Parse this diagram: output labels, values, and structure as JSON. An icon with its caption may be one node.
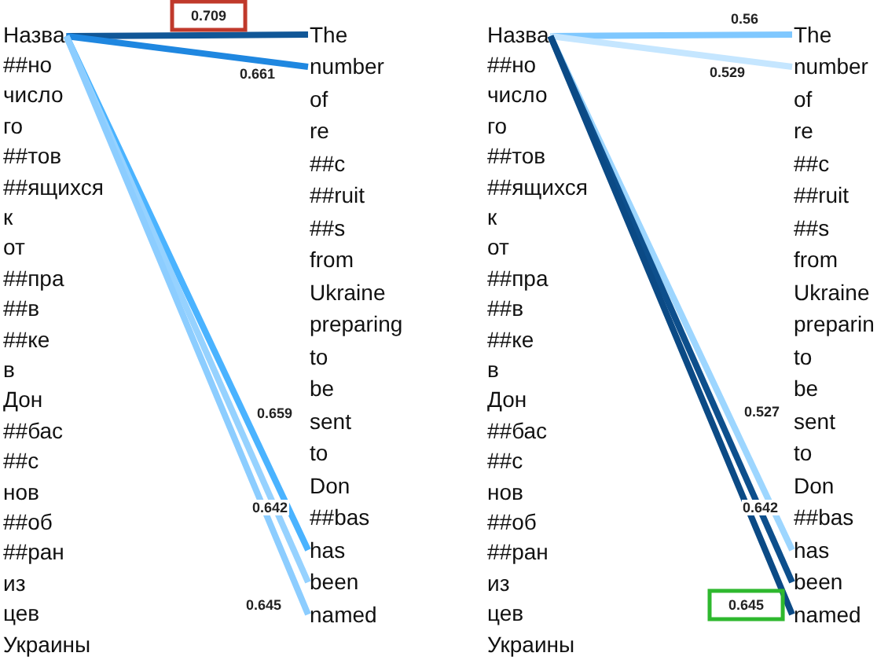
{
  "diagram": {
    "nodes": [
      {
        "text": [
          "Назва"
        ]
      },
      {
        "text": [
          "##но"
        ]
      },
      {
        "text": [
          "число"
        ]
      },
      {
        "text": [
          "го"
        ]
      },
      {
        "text": [
          "##тов"
        ]
      },
      {
        "text": [
          "##ящихся"
        ]
      },
      {
        "text": [
          "к"
        ]
      },
      {
        "text": [
          "от"
        ]
      },
      {
        "text": [
          "##пра"
        ]
      },
      {
        "text": [
          "##в"
        ]
      },
      {
        "text": [
          "##ке"
        ]
      },
      {
        "text": [
          "в"
        ]
      },
      {
        "text": [
          "Дон"
        ]
      },
      {
        "text": [
          "##бас"
        ]
      },
      {
        "text": [
          "##с"
        ]
      },
      {
        "text": [
          "нов"
        ]
      },
      {
        "text": [
          "##об"
        ]
      },
      {
        "text": [
          "##ран"
        ]
      },
      {
        "text": [
          "из"
        ]
      },
      {
        "text": [
          "цев"
        ]
      },
      {
        "text": [
          "Украины"
        ]
      },
      {
        "text": [
          "The"
        ]
      },
      {
        "text": [
          "number"
        ]
      },
      {
        "text": [
          "of"
        ]
      },
      {
        "text": [
          "re"
        ]
      },
      {
        "text": [
          "##c"
        ]
      },
      {
        "text": [
          "##ruit"
        ]
      },
      {
        "text": [
          "##s"
        ]
      },
      {
        "text": [
          "from"
        ]
      },
      {
        "text": [
          "Ukraine"
        ]
      },
      {
        "text": [
          "preparing"
        ]
      },
      {
        "text": [
          "to"
        ]
      },
      {
        "text": [
          "be"
        ]
      },
      {
        "text": [
          "sent"
        ]
      },
      {
        "text": [
          "to"
        ]
      },
      {
        "text": [
          "Don"
        ]
      },
      {
        "text": [
          "##bas"
        ]
      },
      {
        "text": [
          "has"
        ]
      },
      {
        "text": [
          "been"
        ]
      },
      {
        "text": [
          "named"
        ]
      },
      {
        "text": [
          "Назва"
        ]
      },
      {
        "text": [
          "##но"
        ]
      },
      {
        "text": [
          "число"
        ]
      },
      {
        "text": [
          "го"
        ]
      },
      {
        "text": [
          "##тов"
        ]
      },
      {
        "text": [
          "##ящихся"
        ]
      },
      {
        "text": [
          "к"
        ]
      },
      {
        "text": [
          "от"
        ]
      },
      {
        "text": [
          "##пра"
        ]
      },
      {
        "text": [
          "##в"
        ]
      },
      {
        "text": [
          "##ке"
        ]
      },
      {
        "text": [
          "в"
        ]
      },
      {
        "text": [
          "Дон"
        ]
      },
      {
        "text": [
          "##бас"
        ]
      },
      {
        "text": [
          "##с"
        ]
      },
      {
        "text": [
          "нов"
        ]
      },
      {
        "text": [
          "##об"
        ]
      },
      {
        "text": [
          "##ран"
        ]
      },
      {
        "text": [
          "из"
        ]
      },
      {
        "text": [
          "цев"
        ]
      },
      {
        "text": [
          "Украины"
        ]
      },
      {
        "text": [
          "The"
        ]
      },
      {
        "text": [
          "number"
        ]
      },
      {
        "text": [
          "of"
        ]
      },
      {
        "text": [
          "re"
        ]
      },
      {
        "text": [
          "##c"
        ]
      },
      {
        "text": [
          "##ruit"
        ]
      },
      {
        "text": [
          "##s"
        ]
      },
      {
        "text": [
          "from"
        ]
      },
      {
        "text": [
          "Ukraine"
        ]
      },
      {
        "text": [
          "preparin"
        ]
      },
      {
        "text": [
          "to"
        ]
      },
      {
        "text": [
          "be"
        ]
      },
      {
        "text": [
          "sent"
        ]
      },
      {
        "text": [
          "to"
        ]
      },
      {
        "text": [
          "Don"
        ]
      },
      {
        "text": [
          "##bas"
        ]
      },
      {
        "text": [
          "has"
        ]
      },
      {
        "text": [
          "been"
        ]
      },
      {
        "text": [
          "named"
        ]
      }
    ],
    "edges": [
      {
        "from": 0,
        "to": 21,
        "arrow": "none",
        "label": "0.709",
        "color": "#115797"
      },
      {
        "from": 0,
        "to": 22,
        "arrow": "none",
        "label": "0.661",
        "color": "#1f87e0"
      },
      {
        "from": 0,
        "to": 37,
        "arrow": "none",
        "label": "0.659",
        "color": "#4ab3ff"
      },
      {
        "from": 0,
        "to": 38,
        "arrow": "none",
        "label": "0.642",
        "color": "#96d2ff"
      },
      {
        "from": 0,
        "to": 39,
        "arrow": "none",
        "label": "0.645",
        "color": "#8ccdff"
      },
      {
        "from": 40,
        "to": 61,
        "arrow": "none",
        "label": "0.56",
        "color": "#7fc8ff"
      },
      {
        "from": 40,
        "to": 62,
        "arrow": "none",
        "label": "0.529",
        "color": "#c5e6ff"
      },
      {
        "from": 40,
        "to": 77,
        "arrow": "none",
        "label": "0.527",
        "color": "#9dd6ff"
      },
      {
        "from": 40,
        "to": 78,
        "arrow": "none",
        "label": "0.642",
        "color": "#0d4f8c"
      },
      {
        "from": 40,
        "to": 79,
        "arrow": "none",
        "label": "0.645",
        "color": "#0b4a85"
      }
    ]
  }
}
